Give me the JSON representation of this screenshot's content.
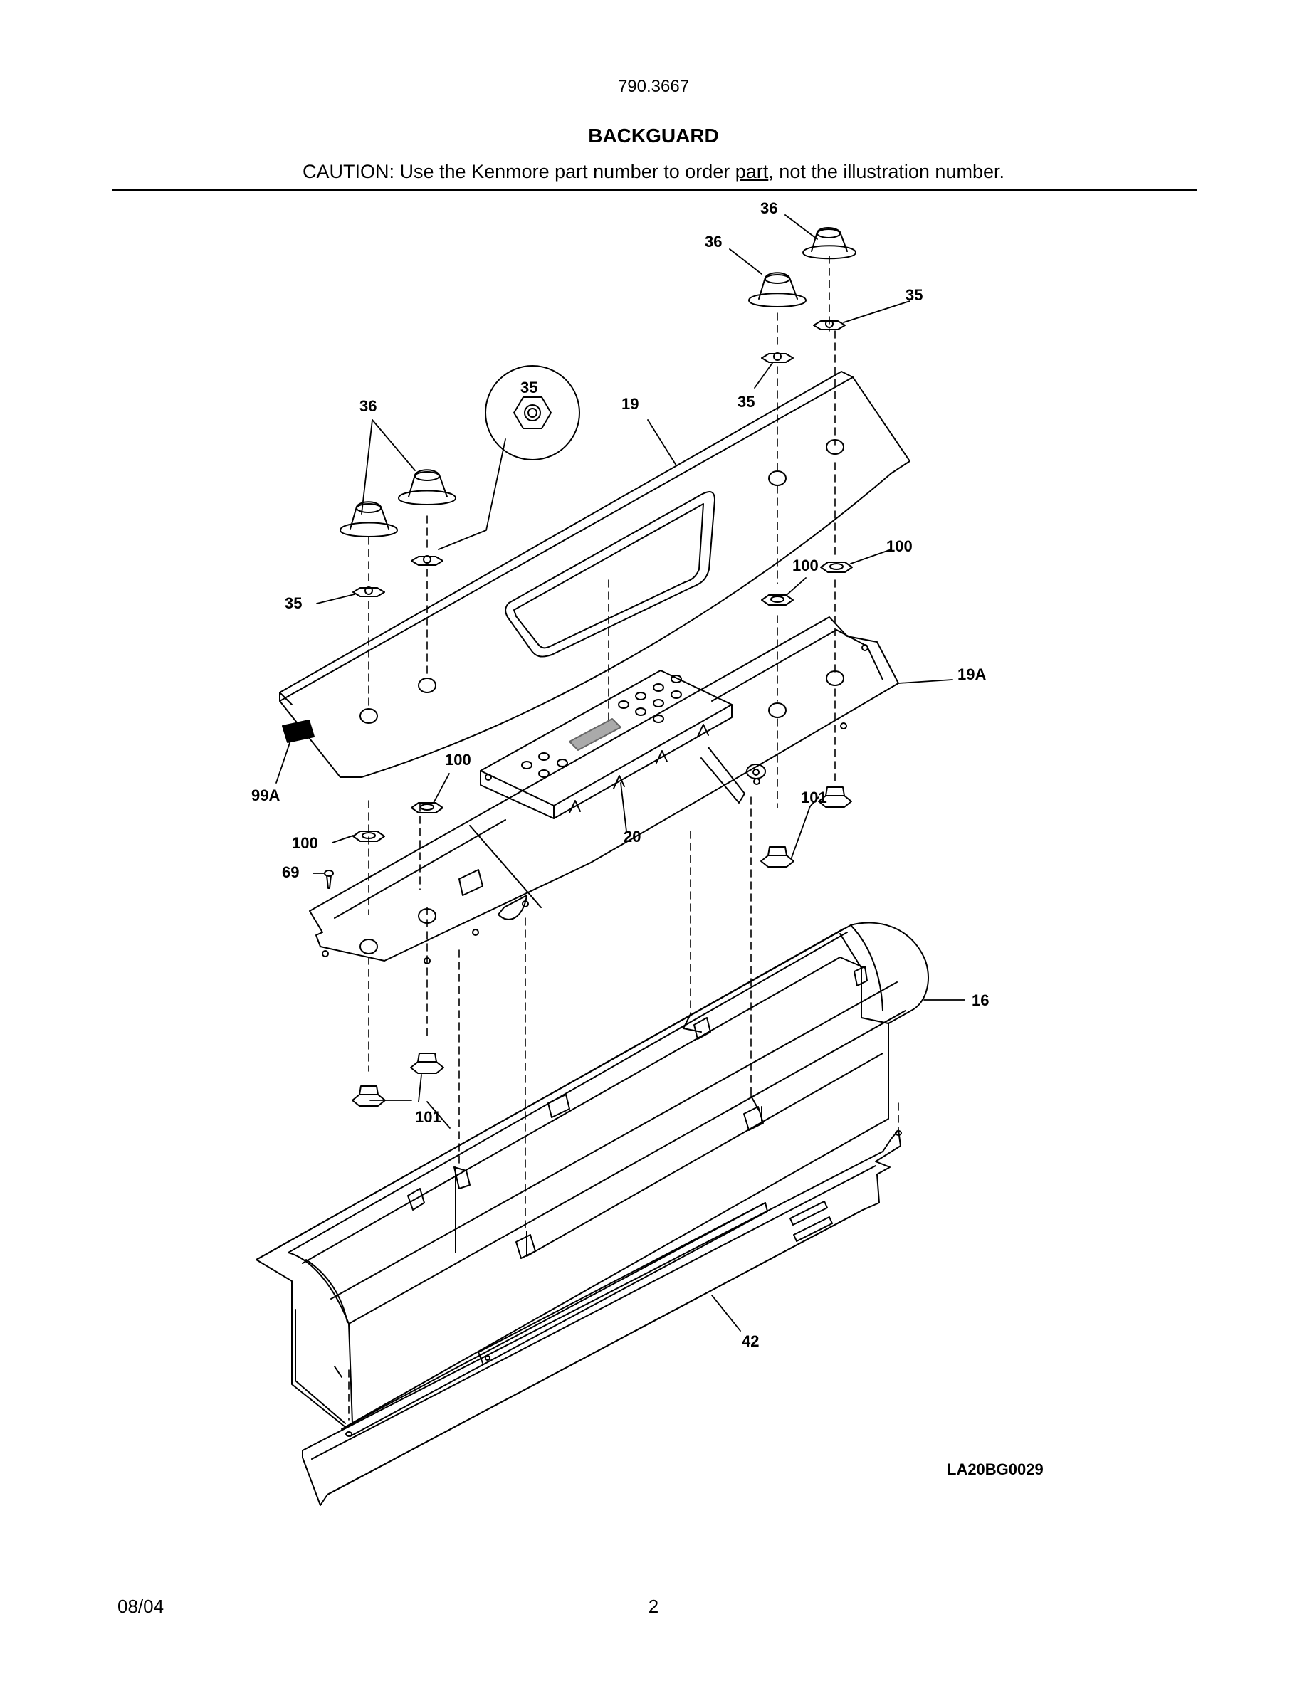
{
  "header": {
    "model_number": "790.3667",
    "title": "BACKGUARD",
    "caution_before": "CAUTION: Use the Kenmore part number to order ",
    "caution_link": "part",
    "caution_after": ", not the illustration number."
  },
  "diagram": {
    "drawing_id": "LA20BG0029",
    "callouts": {
      "knob_top_right": "36",
      "knob_top_mid": "36",
      "nut_top_right": "35",
      "nut_top_mid": "35",
      "nut_detail": "35",
      "knobs_left": "36",
      "panel": "19",
      "nut_left": "35",
      "nut_100_right_a": "100",
      "nut_100_right_b": "100",
      "bracket": "19A",
      "gasket": "99A",
      "nut_100_left_a": "100",
      "nut_100_left_b": "100",
      "screw": "69",
      "control": "20",
      "nut_101_right": "101",
      "housing": "16",
      "nut_101_left": "101",
      "trim": "42"
    }
  },
  "footer": {
    "date": "08/04",
    "page": "2"
  }
}
